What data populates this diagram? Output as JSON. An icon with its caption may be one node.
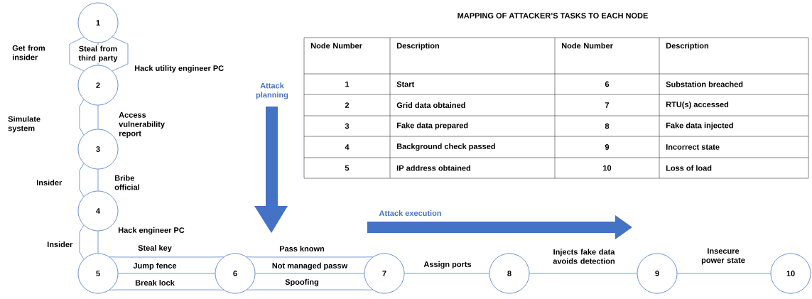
{
  "diagram": {
    "title": "MAPPING OF ATTACKER’S TASKS TO EACH NODE",
    "nodes": [
      {
        "text": [
          "1"
        ]
      },
      {
        "text": [
          "2"
        ]
      },
      {
        "text": [
          "3"
        ]
      },
      {
        "text": [
          "4"
        ]
      },
      {
        "text": [
          "5"
        ]
      },
      {
        "text": [
          "6"
        ]
      },
      {
        "text": [
          "7"
        ]
      },
      {
        "text": [
          "8"
        ]
      },
      {
        "text": [
          "9"
        ]
      },
      {
        "text": [
          "10"
        ]
      }
    ],
    "edges": [
      {
        "from": 0,
        "to": 1,
        "arrow": "none",
        "label": "Get from insider"
      },
      {
        "from": 0,
        "to": 1,
        "arrow": "none",
        "label": "Steal from third party"
      },
      {
        "from": 0,
        "to": 1,
        "arrow": "none",
        "label": "Hack utility engineer PC"
      },
      {
        "from": 1,
        "to": 2,
        "arrow": "none",
        "label": "Simulate system"
      },
      {
        "from": 1,
        "to": 2,
        "arrow": "none",
        "label": "Access vulnerability report"
      },
      {
        "from": 2,
        "to": 3,
        "arrow": "none",
        "label": "Insider"
      },
      {
        "from": 2,
        "to": 3,
        "arrow": "none",
        "label": "Bribe official"
      },
      {
        "from": 3,
        "to": 4,
        "arrow": "none",
        "label": "Insider"
      },
      {
        "from": 3,
        "to": 4,
        "arrow": "none",
        "label": "Hack engineer PC"
      },
      {
        "from": 4,
        "to": 5,
        "arrow": "none",
        "label": "Steal key"
      },
      {
        "from": 4,
        "to": 5,
        "arrow": "none",
        "label": "Jump fence"
      },
      {
        "from": 4,
        "to": 5,
        "arrow": "none",
        "label": "Break lock"
      },
      {
        "from": 5,
        "to": 6,
        "arrow": "none",
        "label": "Pass known"
      },
      {
        "from": 5,
        "to": 6,
        "arrow": "none",
        "label": "Not managed passw"
      },
      {
        "from": 5,
        "to": 6,
        "arrow": "none",
        "label": "Spoofing"
      },
      {
        "from": 6,
        "to": 7,
        "arrow": "none",
        "label": "Assign ports"
      },
      {
        "from": 7,
        "to": 8,
        "arrow": "none",
        "label": "Injects fake data avoids detection"
      },
      {
        "from": 8,
        "to": 9,
        "arrow": "none",
        "label": "Insecure power state"
      }
    ],
    "labels": [
      "Attack planning",
      "Node Number",
      "Description",
      "Node Number",
      "Description",
      "1",
      "Start",
      "6",
      "Substation breached",
      "2",
      "Grid data obtained",
      "7",
      "RTU(s) accessed",
      "3",
      "Fake data prepared",
      "8",
      "Fake data injected",
      "4",
      "Background check passed",
      "9",
      "Incorrect state",
      "5",
      "IP address obtained",
      "10",
      "Loss of load",
      "Attack execution"
    ]
  }
}
